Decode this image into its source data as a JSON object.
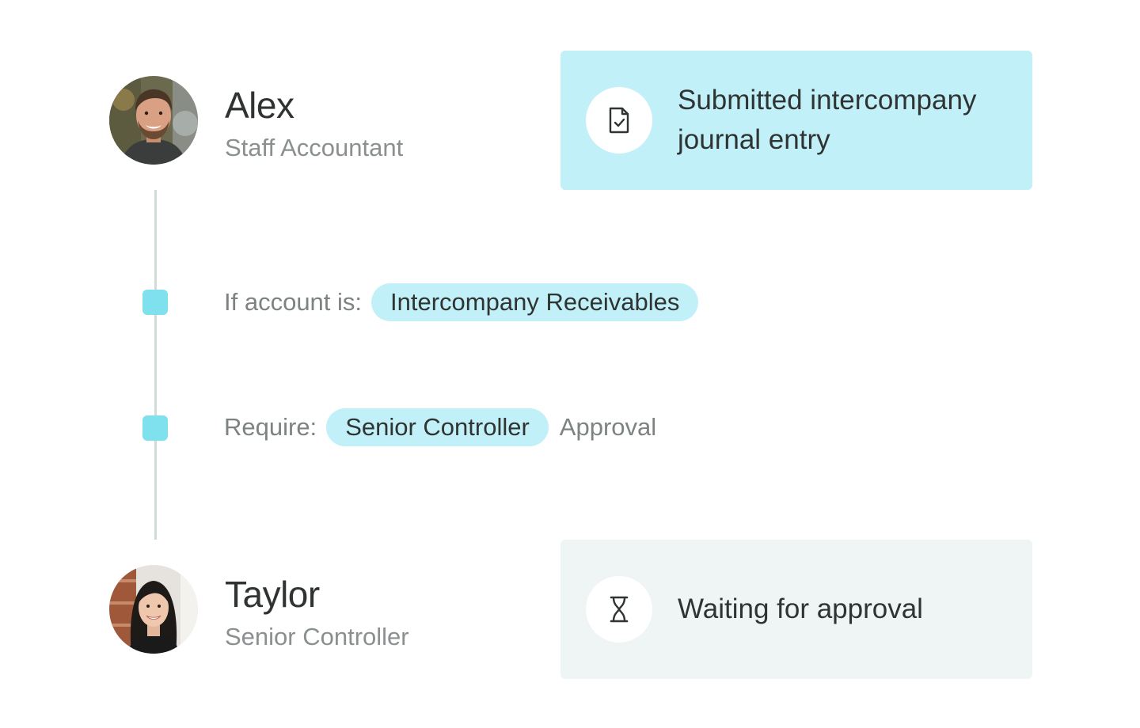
{
  "timeline": {
    "sender": {
      "name": "Alex",
      "role": "Staff Accountant",
      "avatar_icon": "person-photo-avatar"
    },
    "submitted_card": {
      "icon": "document-check-icon",
      "text": "Submitted intercompany journal entry"
    },
    "condition": {
      "label": "If account is:",
      "value": "Intercompany Receivables"
    },
    "requirement": {
      "label": "Require:",
      "value": "Senior Controller",
      "suffix": "Approval"
    },
    "approver": {
      "name": "Taylor",
      "role": "Senior Controller",
      "avatar_icon": "person-photo-avatar"
    },
    "waiting_card": {
      "icon": "hourglass-icon",
      "text": "Waiting for approval"
    }
  },
  "colors": {
    "accent_light": "#c2f0f8",
    "accent_node": "#7fe0ee",
    "neutral_card": "#eff4f4",
    "text_primary": "#2f3433",
    "text_secondary": "#8a8f8f"
  }
}
